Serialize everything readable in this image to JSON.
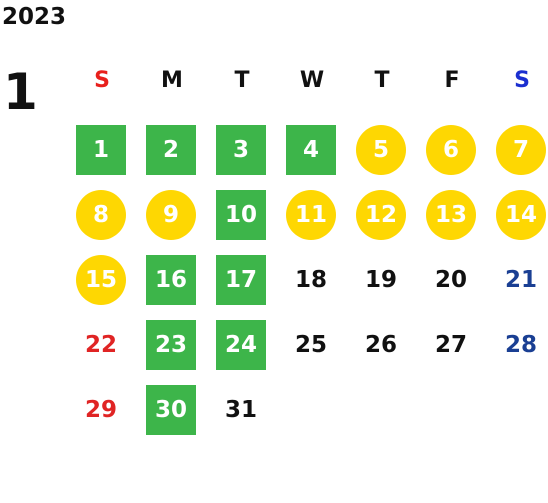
{
  "calendar": {
    "year": "2023",
    "month": "1",
    "weekdays": [
      "S",
      "M",
      "T",
      "W",
      "T",
      "F",
      "S"
    ],
    "colors": {
      "green_day": "#3db54a",
      "yellow_day": "#fed702",
      "sunday_text": "#e02424",
      "saturday_text": "#1a3f93",
      "sunday_header": "#e8201c",
      "saturday_header": "#1b2fd0"
    },
    "weeks": [
      [
        {
          "day": "1",
          "mark": "green"
        },
        {
          "day": "2",
          "mark": "green"
        },
        {
          "day": "3",
          "mark": "green"
        },
        {
          "day": "4",
          "mark": "green"
        },
        {
          "day": "5",
          "mark": "yellow"
        },
        {
          "day": "6",
          "mark": "yellow"
        },
        {
          "day": "7",
          "mark": "yellow"
        }
      ],
      [
        {
          "day": "8",
          "mark": "yellow"
        },
        {
          "day": "9",
          "mark": "yellow"
        },
        {
          "day": "10",
          "mark": "green"
        },
        {
          "day": "11",
          "mark": "yellow"
        },
        {
          "day": "12",
          "mark": "yellow"
        },
        {
          "day": "13",
          "mark": "yellow"
        },
        {
          "day": "14",
          "mark": "yellow"
        }
      ],
      [
        {
          "day": "15",
          "mark": "yellow"
        },
        {
          "day": "16",
          "mark": "green"
        },
        {
          "day": "17",
          "mark": "green"
        },
        {
          "day": "18",
          "mark": "none"
        },
        {
          "day": "19",
          "mark": "none"
        },
        {
          "day": "20",
          "mark": "none"
        },
        {
          "day": "21",
          "mark": "none"
        }
      ],
      [
        {
          "day": "22",
          "mark": "none"
        },
        {
          "day": "23",
          "mark": "green"
        },
        {
          "day": "24",
          "mark": "green"
        },
        {
          "day": "25",
          "mark": "none"
        },
        {
          "day": "26",
          "mark": "none"
        },
        {
          "day": "27",
          "mark": "none"
        },
        {
          "day": "28",
          "mark": "none"
        }
      ],
      [
        {
          "day": "29",
          "mark": "none"
        },
        {
          "day": "30",
          "mark": "green"
        },
        {
          "day": "31",
          "mark": "none"
        }
      ]
    ]
  }
}
